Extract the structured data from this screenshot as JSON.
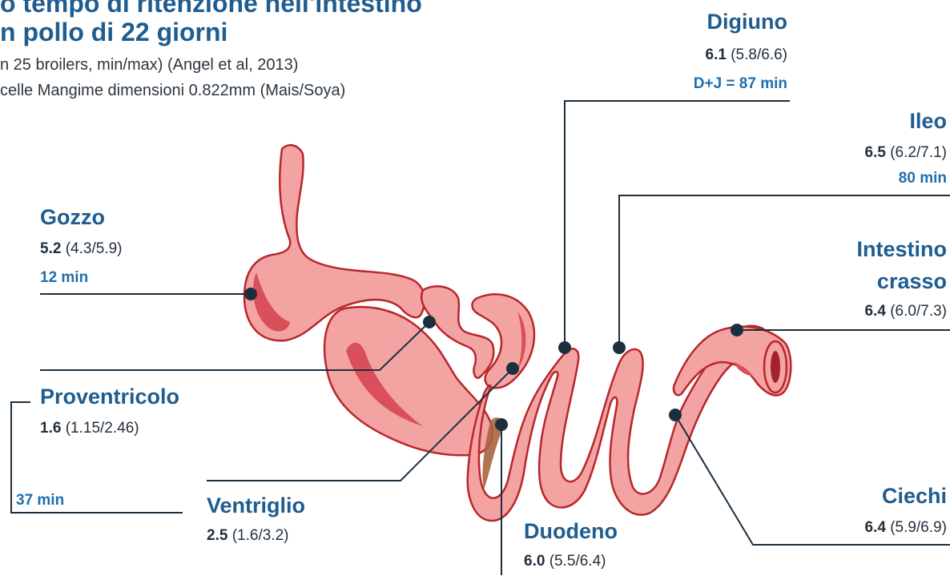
{
  "title": {
    "line1": "o tempo di ritenzione nell'intestino",
    "line2": "n pollo di 22 giorni"
  },
  "subtitle": {
    "line1": "n 25 broilers, min/max) (Angel et al, 2013)",
    "line2": "celle Mangime dimensioni 0.822mm (Mais/Soya)"
  },
  "organs": {
    "gozzo": {
      "name": "Gozzo",
      "ph": "5.2",
      "range": "(4.3/5.9)",
      "time": "12 min"
    },
    "proventricolo": {
      "name": "Proventricolo",
      "ph": "1.6",
      "range": "(1.15/2.46)",
      "time": "37 min"
    },
    "ventriglio": {
      "name": "Ventriglio",
      "ph": "2.5",
      "range": "(1.6/3.2)"
    },
    "duodeno": {
      "name": "Duodeno",
      "ph": "6.0",
      "range": "(5.5/6.4)"
    },
    "digiuno": {
      "name": "Digiuno",
      "ph": "6.1",
      "range": "(5.8/6.6)",
      "time": "D+J = 87 min"
    },
    "ileo": {
      "name": "Ileo",
      "ph": "6.5",
      "range": "(6.2/7.1)",
      "time": "80 min"
    },
    "intestino": {
      "name1": "Intestino",
      "name2": "crasso",
      "ph": "6.4",
      "range": "(6.0/7.3)"
    },
    "ciechi": {
      "name": "Ciechi",
      "ph": "6.4",
      "range": "(5.9/6.9)"
    }
  },
  "colors": {
    "organ_fill": "#f4a3a3",
    "organ_stroke": "#b8262b",
    "organ_dark": "#d9505a",
    "line": "#1c2f3f",
    "accent": "#1f5c8f"
  }
}
